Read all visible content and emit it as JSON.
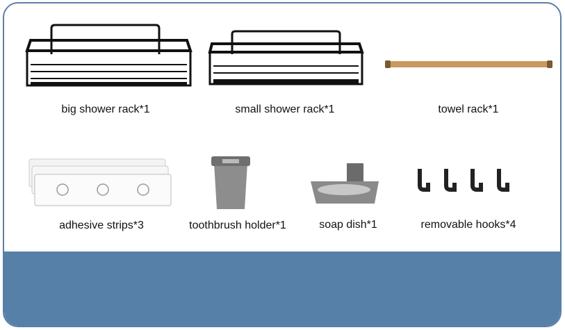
{
  "items": [
    {
      "label": "big shower rack*1"
    },
    {
      "label": "small shower rack*1"
    },
    {
      "label": "towel rack*1"
    },
    {
      "label": "adhesive strips*3"
    },
    {
      "label": "toothbrush holder*1"
    },
    {
      "label": "soap dish*1"
    },
    {
      "label": "removable hooks*4"
    }
  ],
  "colors": {
    "frame": "#5a7fa6",
    "band": "#5680a8"
  }
}
